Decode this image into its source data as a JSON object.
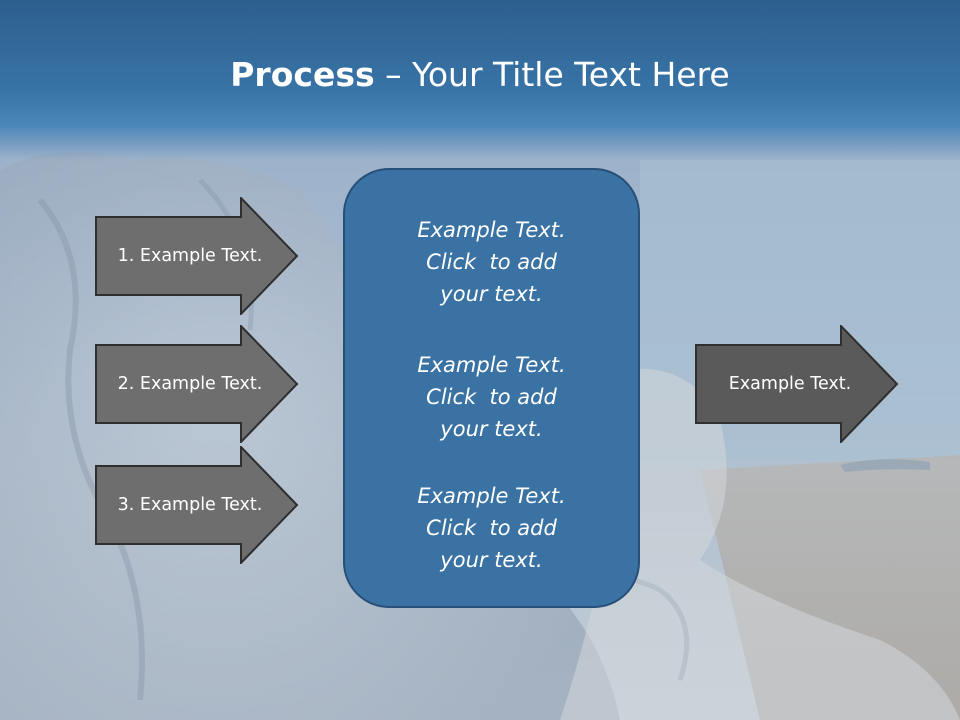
{
  "title": {
    "bold": "Process",
    "rest": " – Your Title Text Here"
  },
  "left_arrows": [
    {
      "label": "1. Example Text."
    },
    {
      "label": "2. Example Text."
    },
    {
      "label": "3. Example Text."
    }
  ],
  "center_box": {
    "blocks": [
      {
        "lines": [
          "Example Text.",
          "Click  to add",
          "your text."
        ]
      },
      {
        "lines": [
          "Example Text.",
          "Click  to add",
          "your text."
        ]
      },
      {
        "lines": [
          "Example Text.",
          "Click  to add",
          "your text."
        ]
      }
    ]
  },
  "right_arrow": {
    "label": "Example Text."
  },
  "colors": {
    "title_band": "#3873a6",
    "arrow_fill": "#6e6e6e",
    "right_arrow_fill": "#5a5a5a",
    "center_box_fill": "#3a72a3",
    "text": "#ffffff"
  }
}
